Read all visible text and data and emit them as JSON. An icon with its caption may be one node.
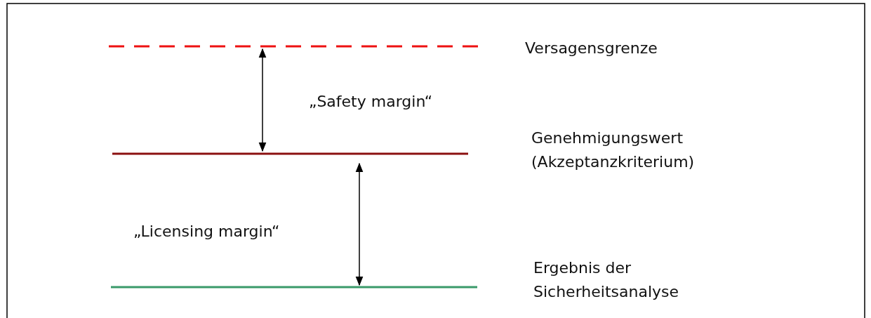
{
  "diagram": {
    "labels": [
      "Versagensgrenze",
      "„Safety margin“",
      "Genehmigungswert (Akzeptanzkriterium)",
      "„Licensing margin“",
      "Ergebnis der Sicherheitsanalyse"
    ]
  }
}
